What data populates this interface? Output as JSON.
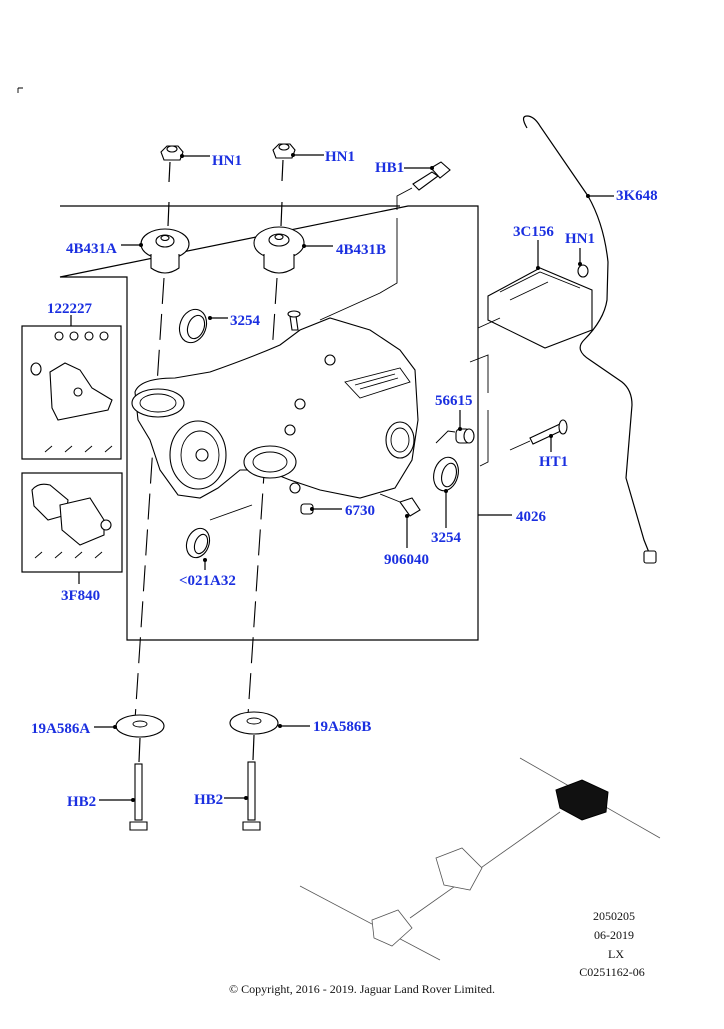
{
  "diagram": {
    "title": "Rear Drive Unit Assembly – Exploded Parts View",
    "label_color": "#1a2fe0",
    "callouts": {
      "hn1_left": "HN1",
      "hn1_mid": "HN1",
      "hb1": "HB1",
      "k648": "3K648",
      "b431a": "4B431A",
      "b431b": "4B431B",
      "c156": "3C156",
      "hn1_right": "HN1",
      "kit_122227": "122227",
      "seal_3254_top": "3254",
      "plug_56615": "56615",
      "ht1": "HT1",
      "vent_6730": "6730",
      "seal_3254_right": "3254",
      "housing_4026": "4026",
      "sensor_906040": "906040",
      "seal_021a32": "<021A32",
      "actuator_3f840": "3F840",
      "mount_19a586a": "19A586A",
      "mount_19a586b": "19A586B",
      "hb2_left": "HB2",
      "hb2_right": "HB2"
    },
    "metadata": {
      "group_code": "2050205",
      "date": "06-2019",
      "model": "LX",
      "illustration_id": "C0251162-06"
    },
    "copyright": "© Copyright, 2016 - 2019. Jaguar Land Rover Limited."
  }
}
